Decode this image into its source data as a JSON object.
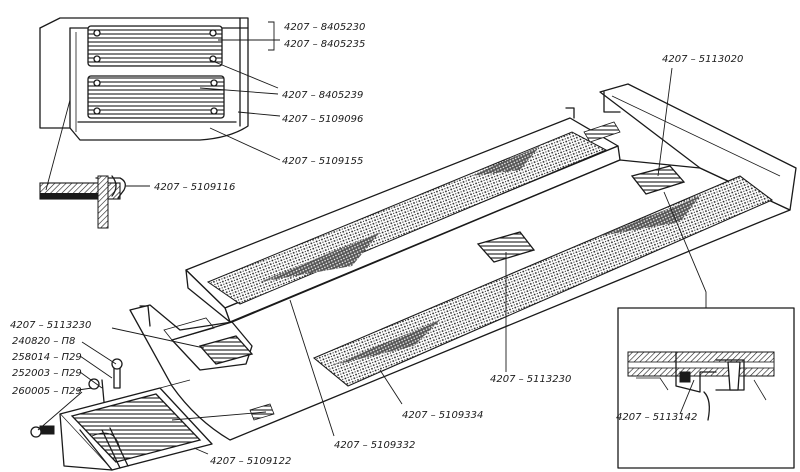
{
  "colors": {
    "ink": "#1a1a1a",
    "paper": "#ffffff"
  },
  "labels": {
    "p8405230": "4207 – 8405230",
    "p8405235": "4207 – 8405235",
    "p8405239": "4207 – 8405239",
    "p5109096": "4207 – 5109096",
    "p5109155": "4207 – 5109155",
    "p5109116": "4207 – 5109116",
    "p5113020": "4207 – 5113020",
    "p5113230_left": "4207 – 5113230",
    "p240820": "240820 – П8",
    "p258014": "258014 – П29",
    "p252003": "252003 – П29",
    "p260005": "260005 – П29",
    "p5113230_mid": "4207 – 5113230",
    "p5109334": "4207 – 5109334",
    "p5109332": "4207 – 5109332",
    "p5109122": "4207 – 5109122",
    "p5113142": "4207 – 5113142"
  }
}
